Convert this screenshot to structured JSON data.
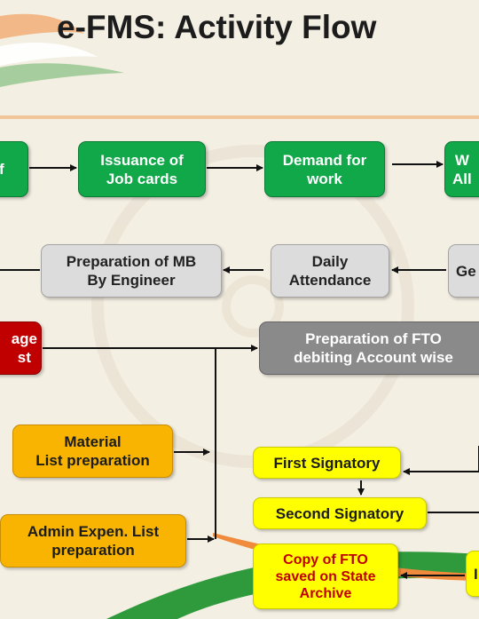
{
  "title": "e-FMS: Activity Flow",
  "nodes": {
    "registration": "f",
    "job_cards": "Issuance of\nJob cards",
    "demand": "Demand for\nwork",
    "work_allocation": "W\nAll",
    "generation": "Ge",
    "daily_attendance": "Daily\nAttendance",
    "mb": "Preparation of MB\nBy Engineer",
    "wage_list": "age\nst",
    "fto": "Preparation of FTO\ndebiting Account wise",
    "material": "Material\nList preparation",
    "admin": "Admin Expen. List\npreparation",
    "first_signatory": "First Signatory",
    "second_signatory": "Second Signatory",
    "copy_fto": "Copy of FTO\nsaved on State\nArchive",
    "partial_bottom": "I"
  },
  "colors": {
    "green": "#11a84a",
    "light_gray": "#dcdcdc",
    "dark_gray": "#8a8a8a",
    "red": "#c00000",
    "orange": "#f8b400",
    "yellow": "#ffff00"
  }
}
